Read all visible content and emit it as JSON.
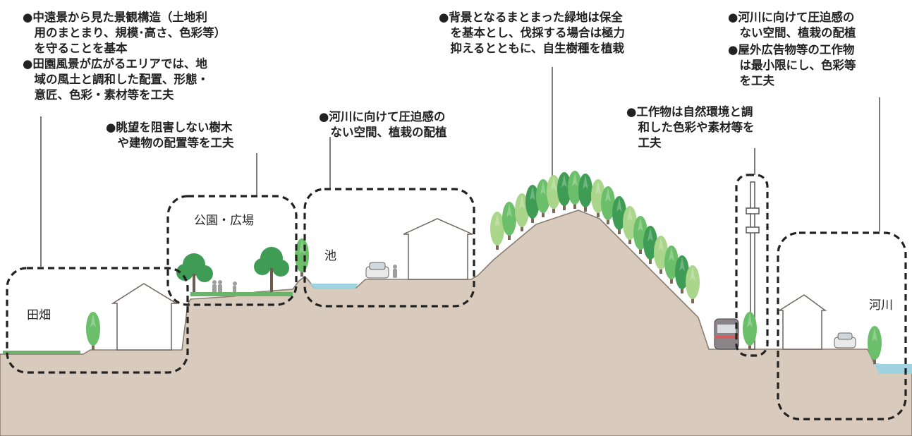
{
  "colors": {
    "ground": "#d8cbbd",
    "ground_outline": "#8a7d72",
    "tree_dark": "#3f9c55",
    "tree_mid": "#6cbf6a",
    "tree_light": "#a9d68a",
    "water": "#9fd3e0",
    "zone_border": "#222222"
  },
  "notes": {
    "n1": "●中遠景から見た景観構造（土地利\n　用のまとまり、規模･高さ、色彩等）\n　を守ることを基本",
    "n2": "●田園風景が広がるエリアでは、地\n　域の風土と調和した配置、形態・\n　意匠、色彩・素材等を工夫",
    "n3": "●眺望を阻害しない樹木\n　や建物の配置等を工夫",
    "n4": "●河川に向けて圧迫感の\n　ない空間、植栽の配植",
    "n5": "●背景となるまとまった緑地は保全\n　を基本とし、伐採する場合は極力\n　抑えるとともに、自生樹種を植栽",
    "n6": "●工作物は自然環境と調\n　和した色彩や素材等を\n　工夫",
    "n7": "●河川に向けて圧迫感の\n　ない空間、植栽の配植",
    "n8": "●屋外広告物等の工作物\n　は最小限にし、色彩等\n　を工夫"
  },
  "zones": {
    "field": "田畑",
    "park": "公園・広場",
    "pond": "池",
    "river": "河川"
  },
  "icons": [
    "tree-icon",
    "house-icon",
    "car-icon",
    "train-icon",
    "utility-pole-icon",
    "person-icon"
  ]
}
